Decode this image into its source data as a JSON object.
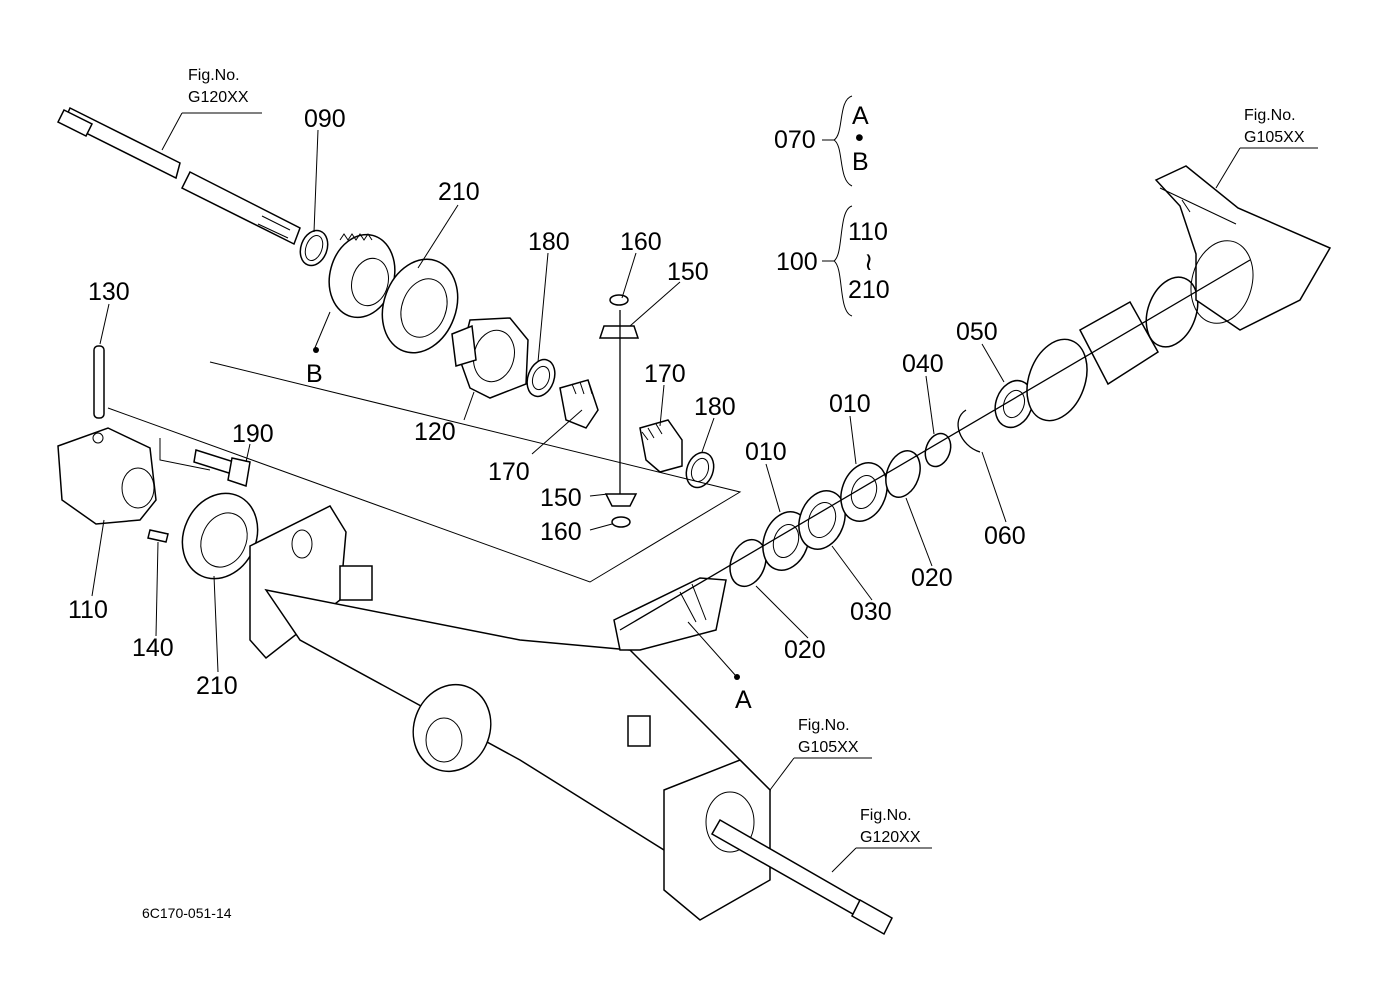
{
  "diagram_code": "6C170-051-14",
  "fig_refs": [
    {
      "label": "Fig.No.",
      "code": "G120XX"
    },
    {
      "label": "Fig.No.",
      "code": "G105XX"
    },
    {
      "label": "Fig.No.",
      "code": "G105XX"
    },
    {
      "label": "Fig.No.",
      "code": "G120XX"
    }
  ],
  "assemblies": [
    {
      "number": "070",
      "range_start": "A",
      "separator": "•",
      "range_end": "B"
    },
    {
      "number": "100",
      "range_start": "110",
      "separator": "≀",
      "range_end": "210"
    }
  ],
  "callouts": {
    "c090": "090",
    "c210a": "210",
    "c180a": "180",
    "c160a": "160",
    "c150a": "150",
    "c170a": "170",
    "c120": "120",
    "c170b": "170",
    "c180b": "180",
    "c150b": "150",
    "c160b": "160",
    "c130": "130",
    "c190": "190",
    "c110": "110",
    "c140": "140",
    "c210b": "210",
    "c010a": "010",
    "c010b": "010",
    "c040": "040",
    "c050": "050",
    "c060": "060",
    "c020a": "020",
    "c030": "030",
    "c020b": "020",
    "markB": "B",
    "markA": "A"
  }
}
